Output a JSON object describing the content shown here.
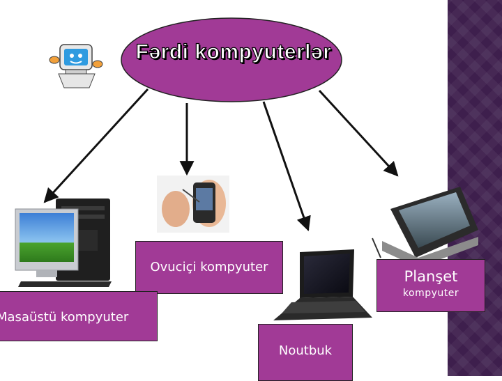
{
  "title": "Fərdi kompyuterlər",
  "labels": {
    "handheld": "Ovuciçi kompyuter",
    "tablet_line1": "Planşet",
    "tablet_line2": "kompyuter",
    "desktop": "Masaüstü kompyuter",
    "notebook": "Noutbuk"
  },
  "colors": {
    "box_fill": "#a13a96",
    "ellipse_fill": "#a13a96",
    "side_band": "#3e1f4d",
    "arrow": "#111111"
  },
  "icons": {
    "mascot": "cartoon-computer-icon",
    "desktop": "desktop-pc-illustration",
    "handheld": "pda-in-hands-illustration",
    "notebook": "laptop-illustration",
    "tablet": "tablet-pc-illustration"
  }
}
